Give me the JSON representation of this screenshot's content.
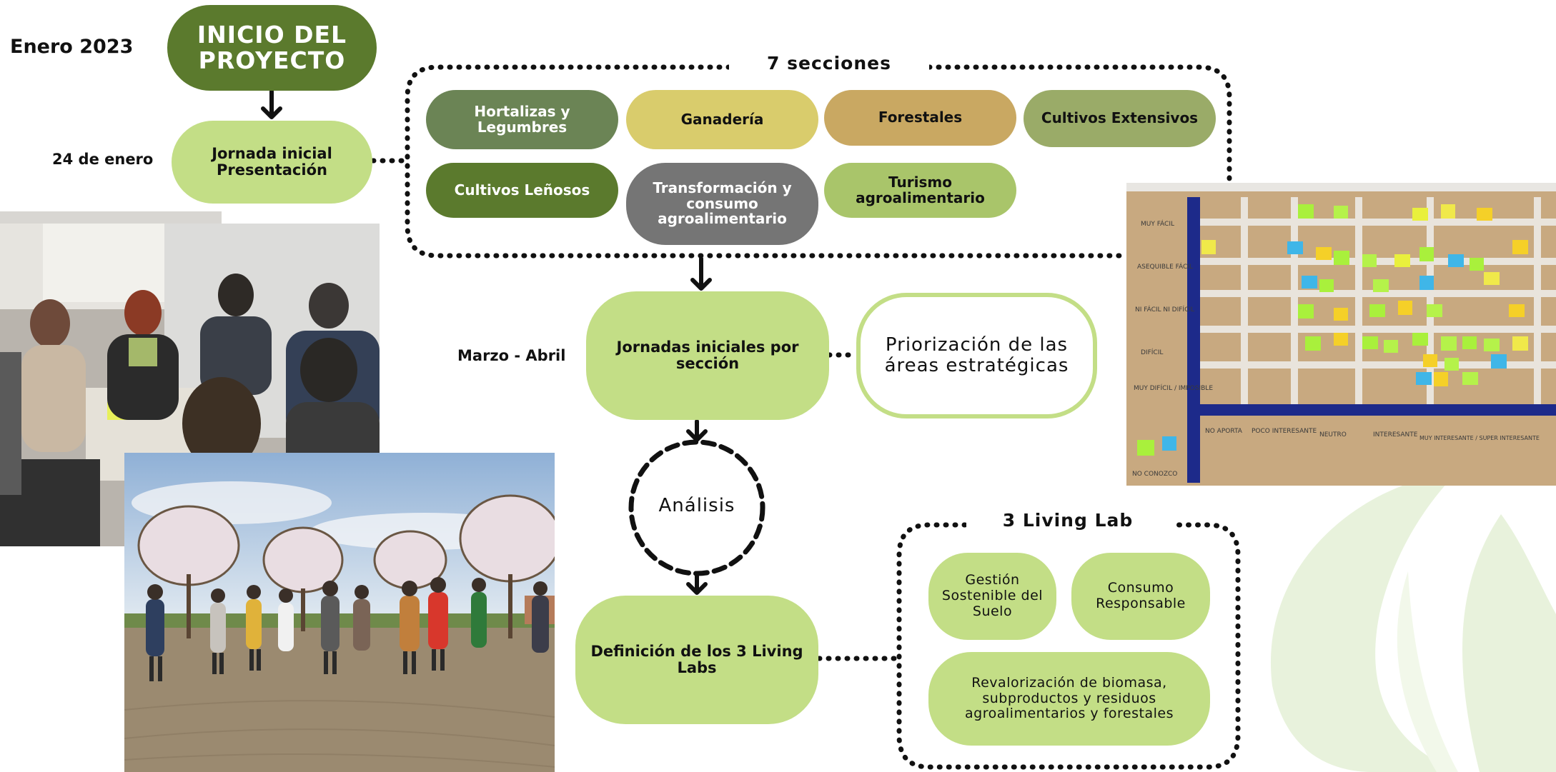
{
  "timeline": {
    "date_start": "Enero 2023",
    "date_jan24": "24 de enero",
    "date_mar_apr": "Marzo - Abril"
  },
  "nodes": {
    "project_start": "INICIO DEL PROYECTO",
    "initial_session": "Jornada inicial Presentación",
    "section_sessions": "Jornadas iniciales por sección",
    "prioritization": "Priorización de las áreas estratégicas",
    "analysis": "Análisis",
    "definition": "Definición de los 3 Living Labs"
  },
  "sections": {
    "title": "7 secciones",
    "items": [
      {
        "label": "Hortalizas y Legumbres",
        "color": "#6b8455",
        "text_color": "#ffffff"
      },
      {
        "label": "Ganadería",
        "color": "#d9cc6c",
        "text_color": "#111111"
      },
      {
        "label": "Forestales",
        "color": "#c9a862",
        "text_color": "#111111"
      },
      {
        "label": "Cultivos Extensivos",
        "color": "#9aab68",
        "text_color": "#111111"
      },
      {
        "label": "Cultivos Leñosos",
        "color": "#5b7a2d",
        "text_color": "#ffffff"
      },
      {
        "label": "Transformación y consumo agroalimentario",
        "color": "#757575",
        "text_color": "#ffffff"
      },
      {
        "label": "Turismo agroalimentario",
        "color": "#a9c56a",
        "text_color": "#111111"
      }
    ]
  },
  "living_labs": {
    "title": "3 Living Lab",
    "items": [
      {
        "label": "Gestión Sostenible del Suelo"
      },
      {
        "label": "Consumo Responsable"
      },
      {
        "label": "Revalorización de biomasa, subproductos y residuos agroalimentarios y forestales"
      }
    ]
  },
  "board_photo": {
    "row_labels": [
      "MUY FÁCIL",
      "ASEQUIBLE FÁCIL",
      "NI FÁCIL NI DIFÍCIL",
      "DIFÍCIL",
      "MUY DIFÍCIL / IMPOSIBLE"
    ],
    "col_labels": [
      "NO APORTA",
      "POCO INTERESANTE",
      "NEUTRO",
      "INTERESANTE",
      "MUY INTERESANTE / SUPER INTERESANTE"
    ],
    "corner_label": "NO CONOZCO"
  },
  "colors": {
    "dark_green": "#5b7a2d",
    "light_green": "#c3de86",
    "pale_green": "#e7f1d8",
    "outline_green": "#c3de86"
  }
}
